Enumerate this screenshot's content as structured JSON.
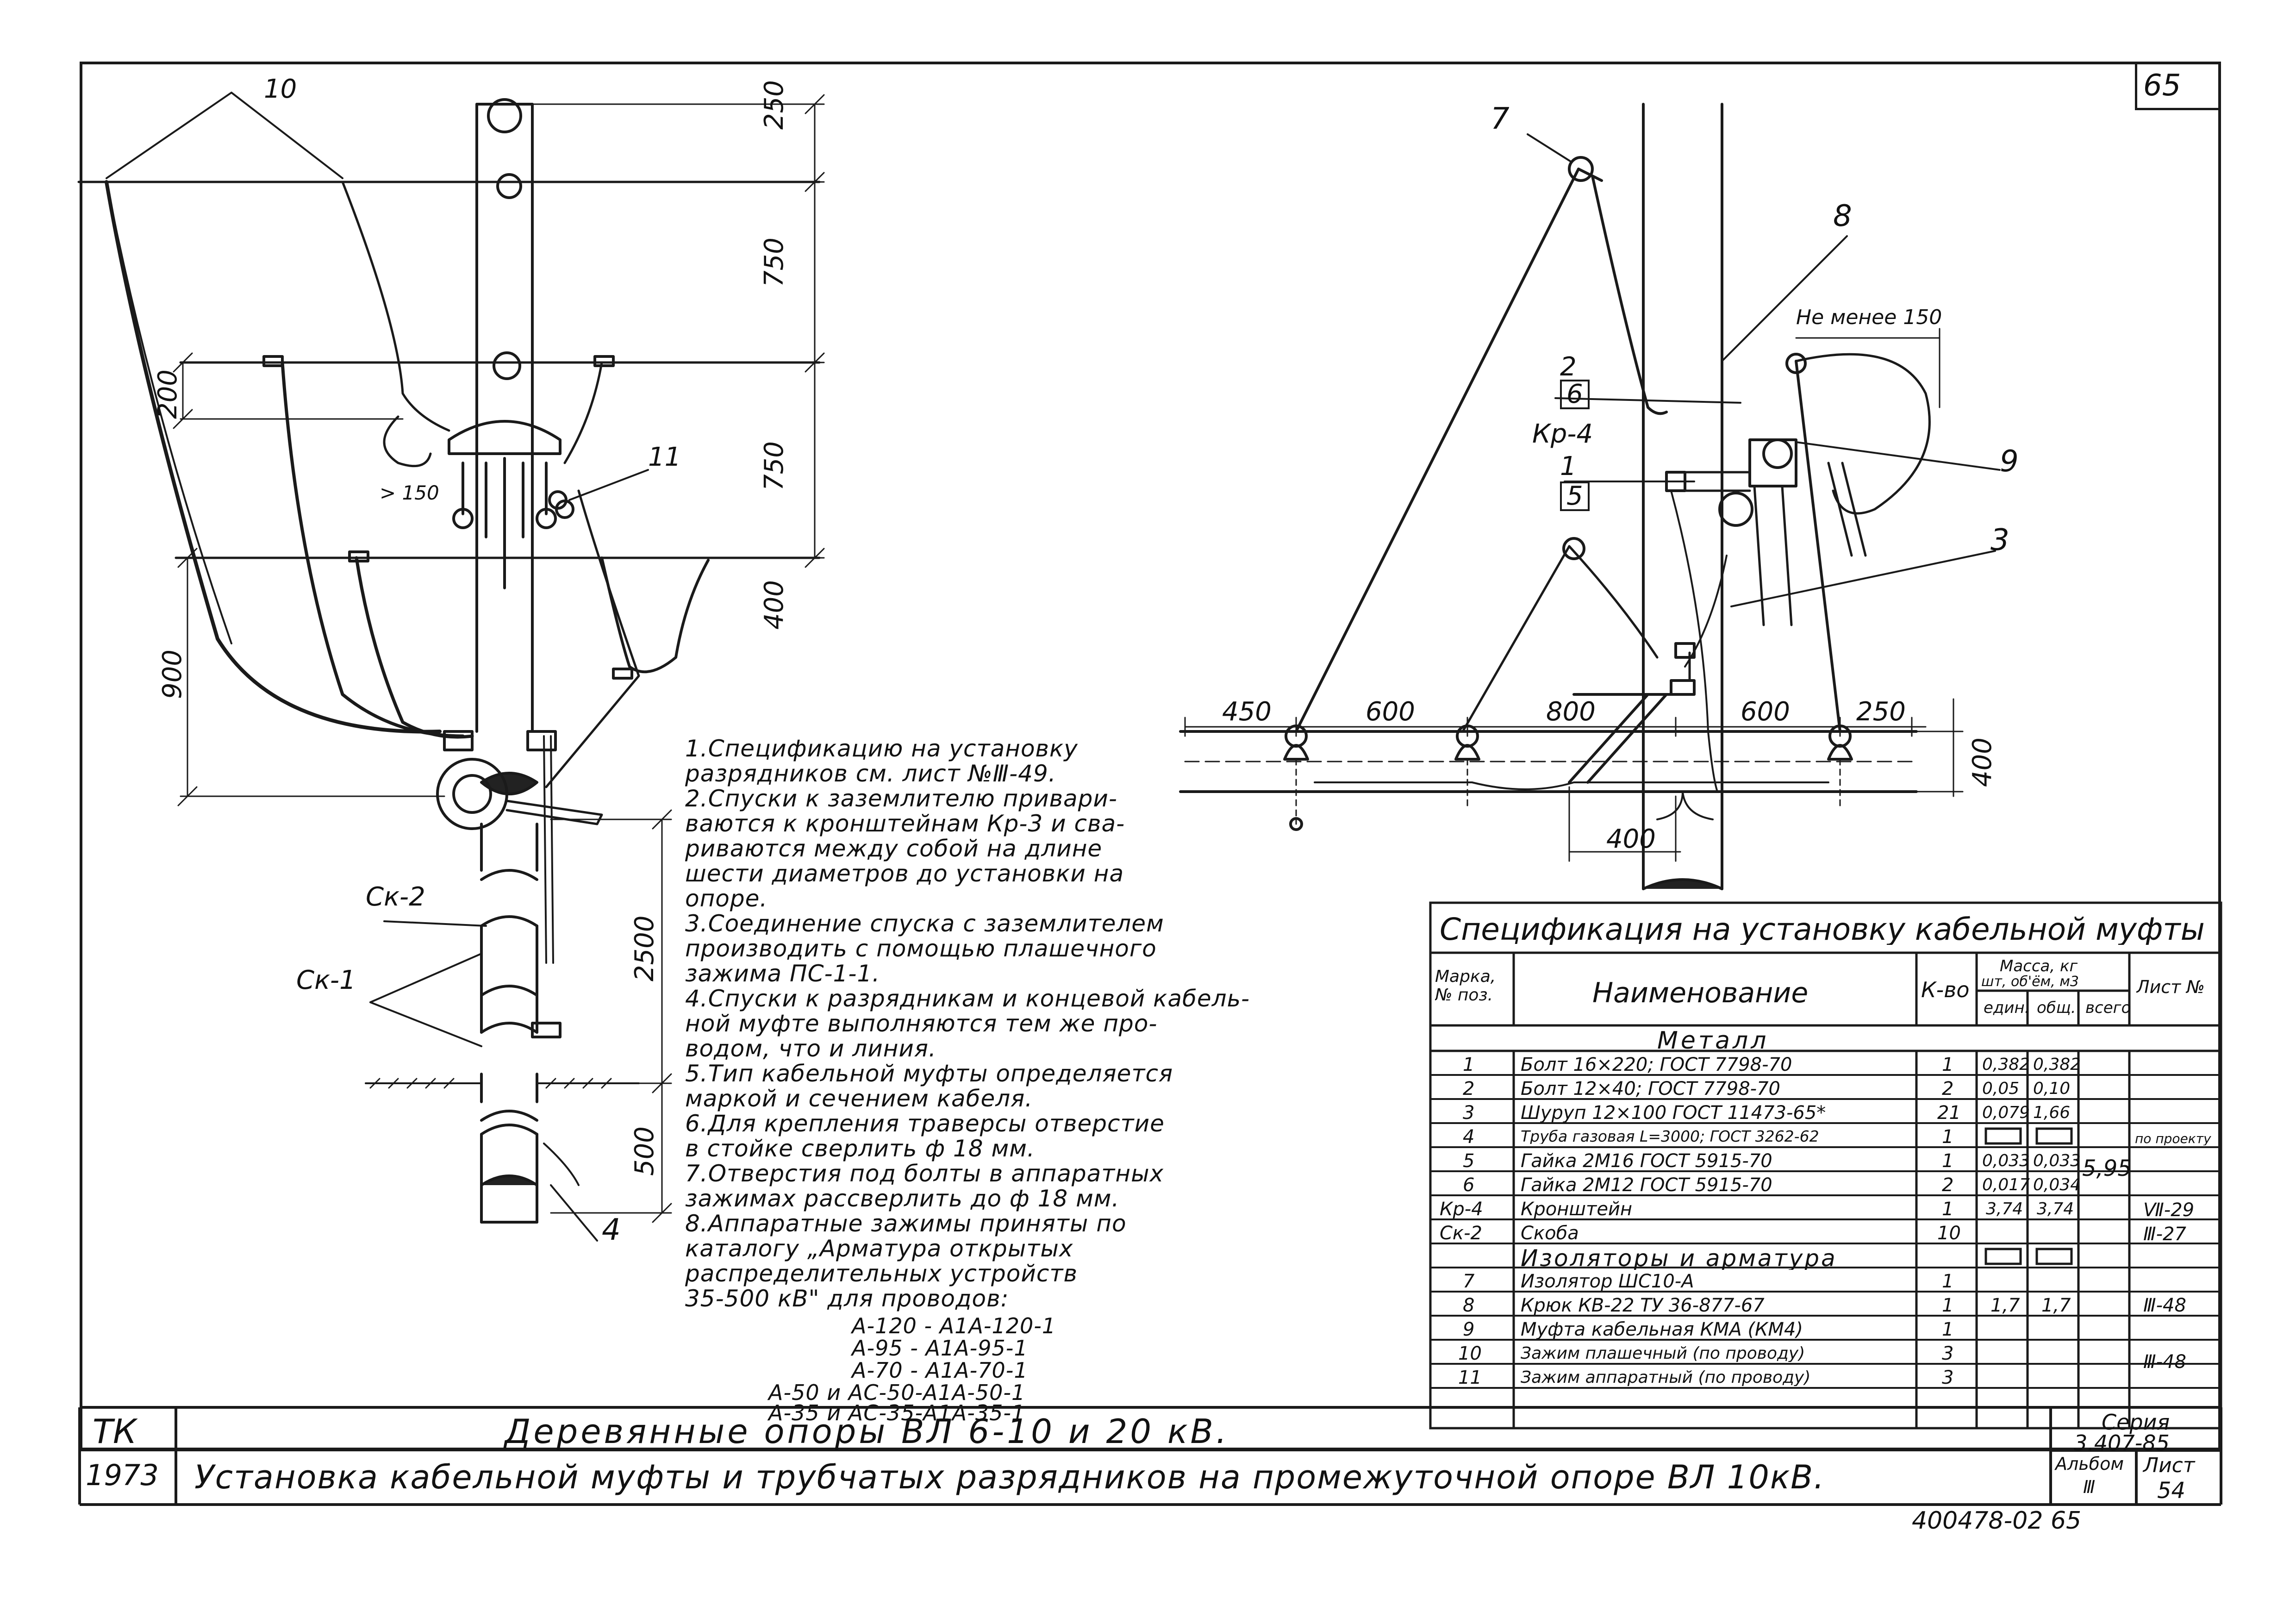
{
  "sheet_number": "65",
  "left_view": {
    "labels": {
      "wire_clamp": "10",
      "clamp_apparatus": "11",
      "pipe": "4",
      "bracket_a": "Ск-2",
      "bracket_b": "Ск-1",
      "gap": "> 150"
    },
    "dims": {
      "d250": "250",
      "d750a": "750",
      "d750b": "750",
      "d400": "400",
      "d200": "200",
      "d900": "900",
      "d2500": "2500",
      "d500": "500"
    }
  },
  "right_view": {
    "labels": {
      "p7": "7",
      "p8": "8",
      "p2": "2",
      "p6": "6",
      "kp4": "Кр-4",
      "p1": "1",
      "p5": "5",
      "p9": "9",
      "p3": "3",
      "min150": "Не менее 150"
    },
    "dims": {
      "d450": "450",
      "d600a": "600",
      "d800": "800",
      "d600b": "600",
      "d250": "250",
      "d400v": "400",
      "d400h": "400"
    }
  },
  "notes": [
    "1.Спецификацию на установку",
    "разрядников см. лист №Ⅲ-49.",
    "2.Спуски к заземлителю привари-",
    "ваются к кронштейнам Кр-3 и сва-",
    "риваются между собой на длине",
    "шести диаметров до установки на",
    "опоре.",
    "3.Соединение спуска с заземлителем",
    "производить с помощью плашечного",
    "зажима  ПС-1-1.",
    "4.Спуски к разрядникам и концевой кабель-",
    "ной муфте выполняются тем же про-",
    "водом, что и линия.",
    "5.Тип кабельной муфты определяется",
    "маркой и сечением кабеля.",
    "6.Для крепления траверсы отверстие",
    "в стойке сверлить ф 18 мм.",
    "7.Отверстия под болты в аппаратных",
    "зажимах рассверлить до ф 18 мм.",
    "8.Аппаратные зажимы приняты по",
    "каталогу „Арматура открытых",
    "распределительных устройств",
    "35-500 кВ\" для проводов:"
  ],
  "wire_list": [
    "А-120  -  А1А-120-1",
    "А-95  -  А1А-95-1",
    "А-70  -  А1А-70-1",
    "А-50 и АС-50-А1А-50-1",
    "А-35 и АС-35-А1А-35-1"
  ],
  "spec": {
    "title": "Спецификация на установку кабельной муфты",
    "headers": {
      "mark": "Марка, № поз.",
      "name": "Наименование",
      "qty": "К-во",
      "mass_top": "Масса, кг",
      "mass_sub": "шт, об'ём, м3",
      "unit": "един.",
      "total": "общ.",
      "sum": "всего",
      "sheet": "Лист №"
    },
    "sections": {
      "metal": "Металл",
      "insulators": "Изоляторы и арматура"
    },
    "rows": [
      {
        "mark": "1",
        "name": "Болт 16×220; ГОСТ 7798-70",
        "qty": "1",
        "unit": "0,382",
        "total": "0,382",
        "sheet": ""
      },
      {
        "mark": "2",
        "name": "Болт 12×40; ГОСТ 7798-70",
        "qty": "2",
        "unit": "0,05",
        "total": "0,10",
        "sheet": ""
      },
      {
        "mark": "3",
        "name": "Шуруп 12×100 ГОСТ 11473-65*",
        "qty": "21",
        "unit": "0,079",
        "total": "1,66",
        "sheet": ""
      },
      {
        "mark": "4",
        "name": "Труба газовая   L=3000; ГОСТ 3262-62",
        "qty": "1",
        "unit": "",
        "total": "",
        "sheet": "по проекту"
      },
      {
        "mark": "5",
        "name": "Гайка 2М16 ГОСТ 5915-70",
        "qty": "1",
        "unit": "0,033",
        "total": "0,033",
        "sheet": ""
      },
      {
        "mark": "6",
        "name": "Гайка 2М12 ГОСТ 5915-70",
        "qty": "2",
        "unit": "0,017",
        "total": "0,034",
        "sheet": ""
      },
      {
        "mark": "Кр-4",
        "name": "Кронштейн",
        "qty": "1",
        "unit": "3,74",
        "total": "3,74",
        "sheet": "Ⅶ-29"
      },
      {
        "mark": "Ск-2",
        "name": "Скоба",
        "qty": "10",
        "unit": "",
        "total": "",
        "sheet": "Ⅲ-27"
      },
      {
        "mark": "7",
        "name": "Изолятор ШС10-А",
        "qty": "1",
        "unit": "",
        "total": "",
        "sheet": ""
      },
      {
        "mark": "8",
        "name": "Крюк КВ-22 ТУ 36-877-67",
        "qty": "1",
        "unit": "1,7",
        "total": "1,7",
        "sheet": "Ⅲ-48"
      },
      {
        "mark": "9",
        "name": "Муфта кабельная КМА (КМ4)",
        "qty": "1",
        "unit": "",
        "total": "",
        "sheet": ""
      },
      {
        "mark": "10",
        "name": "Зажим плашечный (по проводу)",
        "qty": "3",
        "unit": "",
        "total": "",
        "sheet": "Ⅲ-48"
      },
      {
        "mark": "11",
        "name": "Зажим аппаратный (по проводу)",
        "qty": "3",
        "unit": "",
        "total": "",
        "sheet": ""
      }
    ],
    "sum_value": "5,95"
  },
  "title_block": {
    "org": "ТК",
    "year": "1973",
    "title": "Деревянные   опоры   ВЛ   6-10  и   20  кВ.",
    "subtitle": "Установка  кабельной муфты  и трубчатых  разрядников на промежуточной опоре ВЛ 10кВ.",
    "series_label": "Серия",
    "series_value": "3.407-85",
    "album_label": "Альбом",
    "album_value": "Ⅲ",
    "sheet_label": "Лист",
    "sheet_value": "54"
  },
  "footer_code": "400478-02   65"
}
